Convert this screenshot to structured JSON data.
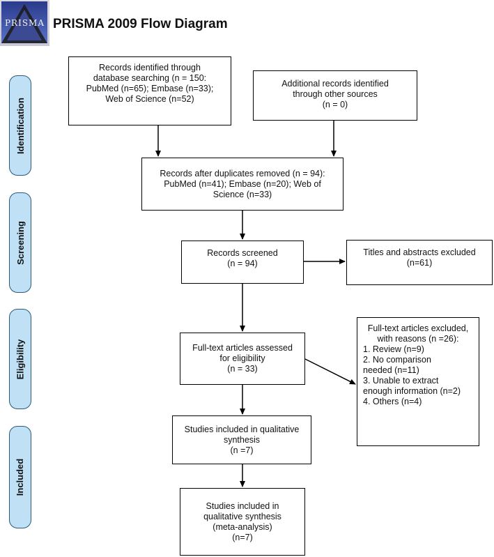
{
  "header": {
    "logo_text": "PRISMA",
    "title": "PRISMA 2009 Flow Diagram"
  },
  "stages": {
    "identification": "Identification",
    "screening": "Screening",
    "eligibility": "Eligibility",
    "included": "Included"
  },
  "boxes": {
    "db_search": {
      "lines": [
        "Records identified through",
        "database searching (n = 150:",
        "PubMed (n=65); Embase (n=33);",
        "Web of Science (n=52)"
      ]
    },
    "other_sources": {
      "lines": [
        "Additional records identified",
        "through other sources",
        "(n = 0)"
      ]
    },
    "duplicates_removed": {
      "lines": [
        "Records after duplicates removed (n = 94):",
        "PubMed (n=41); Embase (n=20); Web of",
        "Science (n=33)"
      ]
    },
    "screened": {
      "lines": [
        "Records screened",
        "(n = 94)"
      ]
    },
    "title_abstract_excluded": {
      "lines": [
        "Titles and abstracts excluded",
        "(n=61)"
      ]
    },
    "fulltext_assessed": {
      "lines": [
        "Full-text articles assessed",
        "for eligibility",
        "(n = 33)"
      ]
    },
    "fulltext_excluded": {
      "heading": [
        "Full-text articles excluded,",
        "with reasons (n =26):"
      ],
      "items": [
        "1.   Review (n=9)",
        "2.   No comparison",
        "needed (n=11)",
        "3.   Unable to extract",
        "enough information (n=2)",
        "4.   Others (n=4)"
      ]
    },
    "qualitative": {
      "lines": [
        "Studies included in qualitative",
        "synthesis",
        "(n =7)"
      ]
    },
    "meta_analysis": {
      "lines": [
        "Studies included in",
        "qualitative synthesis",
        "(meta-analysis)",
        "(n=7)"
      ]
    }
  }
}
